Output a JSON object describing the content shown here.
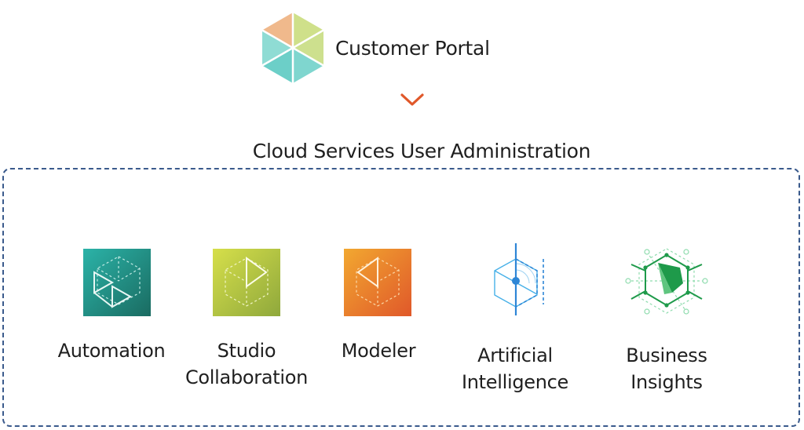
{
  "portal": {
    "title": "Customer Portal",
    "logo_icon": "hexagon-logo-icon",
    "logo_colors": [
      "#f0b98c",
      "#cfe08a",
      "#7fd6cf",
      "#5cc9c3"
    ]
  },
  "expand_icon": "chevron-down-icon",
  "accent_color": "#e0582a",
  "admin": {
    "title": "Cloud Services User Administration",
    "border_color": "#3a5a8c",
    "services": [
      {
        "label": "Automation",
        "icon": "automation-icon",
        "colors": [
          "#2bb3a8",
          "#1a6b61"
        ]
      },
      {
        "label": "Studio\nCollaboration",
        "icon": "studio-collaboration-icon",
        "colors": [
          "#d6df4a",
          "#8fa83c"
        ]
      },
      {
        "label": "Modeler",
        "icon": "modeler-icon",
        "colors": [
          "#f2a830",
          "#e0582a"
        ]
      },
      {
        "label": "Artificial\nIntelligence",
        "icon": "artificial-intelligence-icon",
        "colors": [
          "#2e86d6",
          "#46b0e8"
        ]
      },
      {
        "label": "Business\nInsights",
        "icon": "business-insights-icon",
        "colors": [
          "#1e9a4a",
          "#7fd6a0"
        ]
      }
    ]
  }
}
